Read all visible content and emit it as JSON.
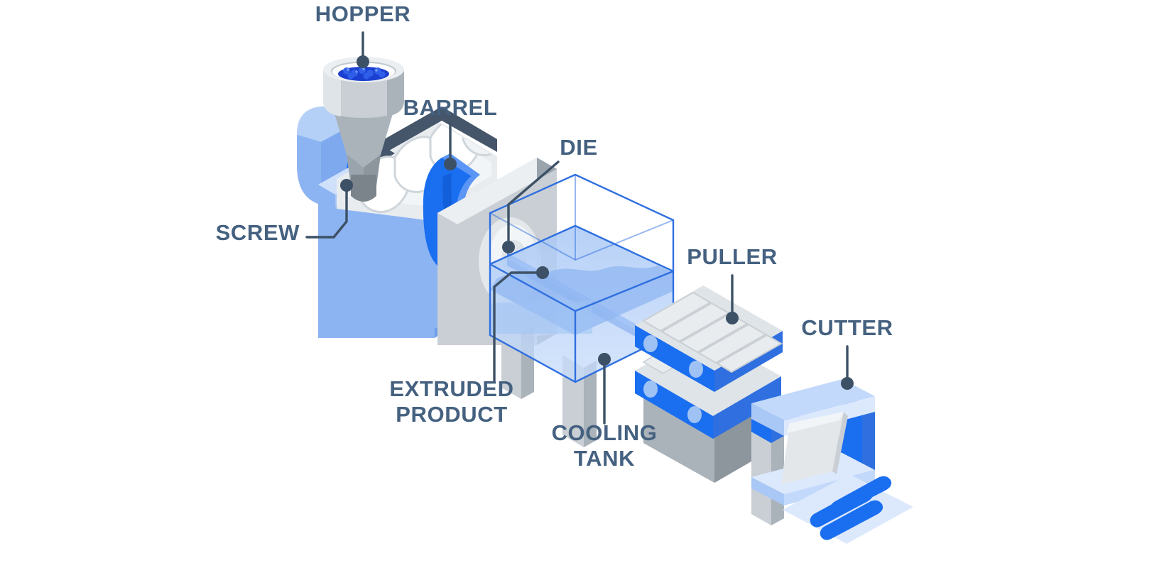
{
  "diagram": {
    "title": "Plastic Extrusion Line",
    "type": "isometric process diagram",
    "background_color": "#ffffff",
    "label_color": "#456180",
    "leader_color": "#3d5166",
    "palette": {
      "vivid_blue": "#1a6ef0",
      "mid_blue": "#8cb4f2",
      "light_blue": "#c3d9fb",
      "pale_blue": "#dce9fd",
      "water_blue": "#a9c8f5",
      "steel_light": "#e8ecef",
      "steel_mid": "#c9cfd4",
      "steel_dark": "#9aa4ad",
      "slate": "#46566a",
      "pellet_blue": "#1b3fd0",
      "white": "#ffffff"
    }
  },
  "labels": {
    "hopper": "HOPPER",
    "barrel": "BARREL",
    "die": "DIE",
    "screw": "SCREW",
    "extruded_product": "EXTRUDED\nPRODUCT",
    "cooling_tank": "COOLING\nTANK",
    "puller": "PULLER",
    "cutter": "CUTTER"
  },
  "components": [
    {
      "id": "hopper",
      "label": "HOPPER",
      "desc": "funnel with blue plastic pellets"
    },
    {
      "id": "barrel",
      "label": "BARREL",
      "desc": "cutaway heated barrel"
    },
    {
      "id": "screw",
      "label": "SCREW",
      "desc": "helical screw flights inside barrel"
    },
    {
      "id": "die",
      "label": "DIE",
      "desc": "circular die plate at barrel exit"
    },
    {
      "id": "extruded-product",
      "label": "EXTRUDED PRODUCT",
      "desc": "continuous blue profile leaving die"
    },
    {
      "id": "cooling-tank",
      "label": "COOLING TANK",
      "desc": "glass water bath on legs"
    },
    {
      "id": "puller",
      "label": "PULLER",
      "desc": "dual caterpillar haul-off"
    },
    {
      "id": "cutter",
      "label": "CUTTER",
      "desc": "gantry blade with cut pieces on tray"
    }
  ]
}
